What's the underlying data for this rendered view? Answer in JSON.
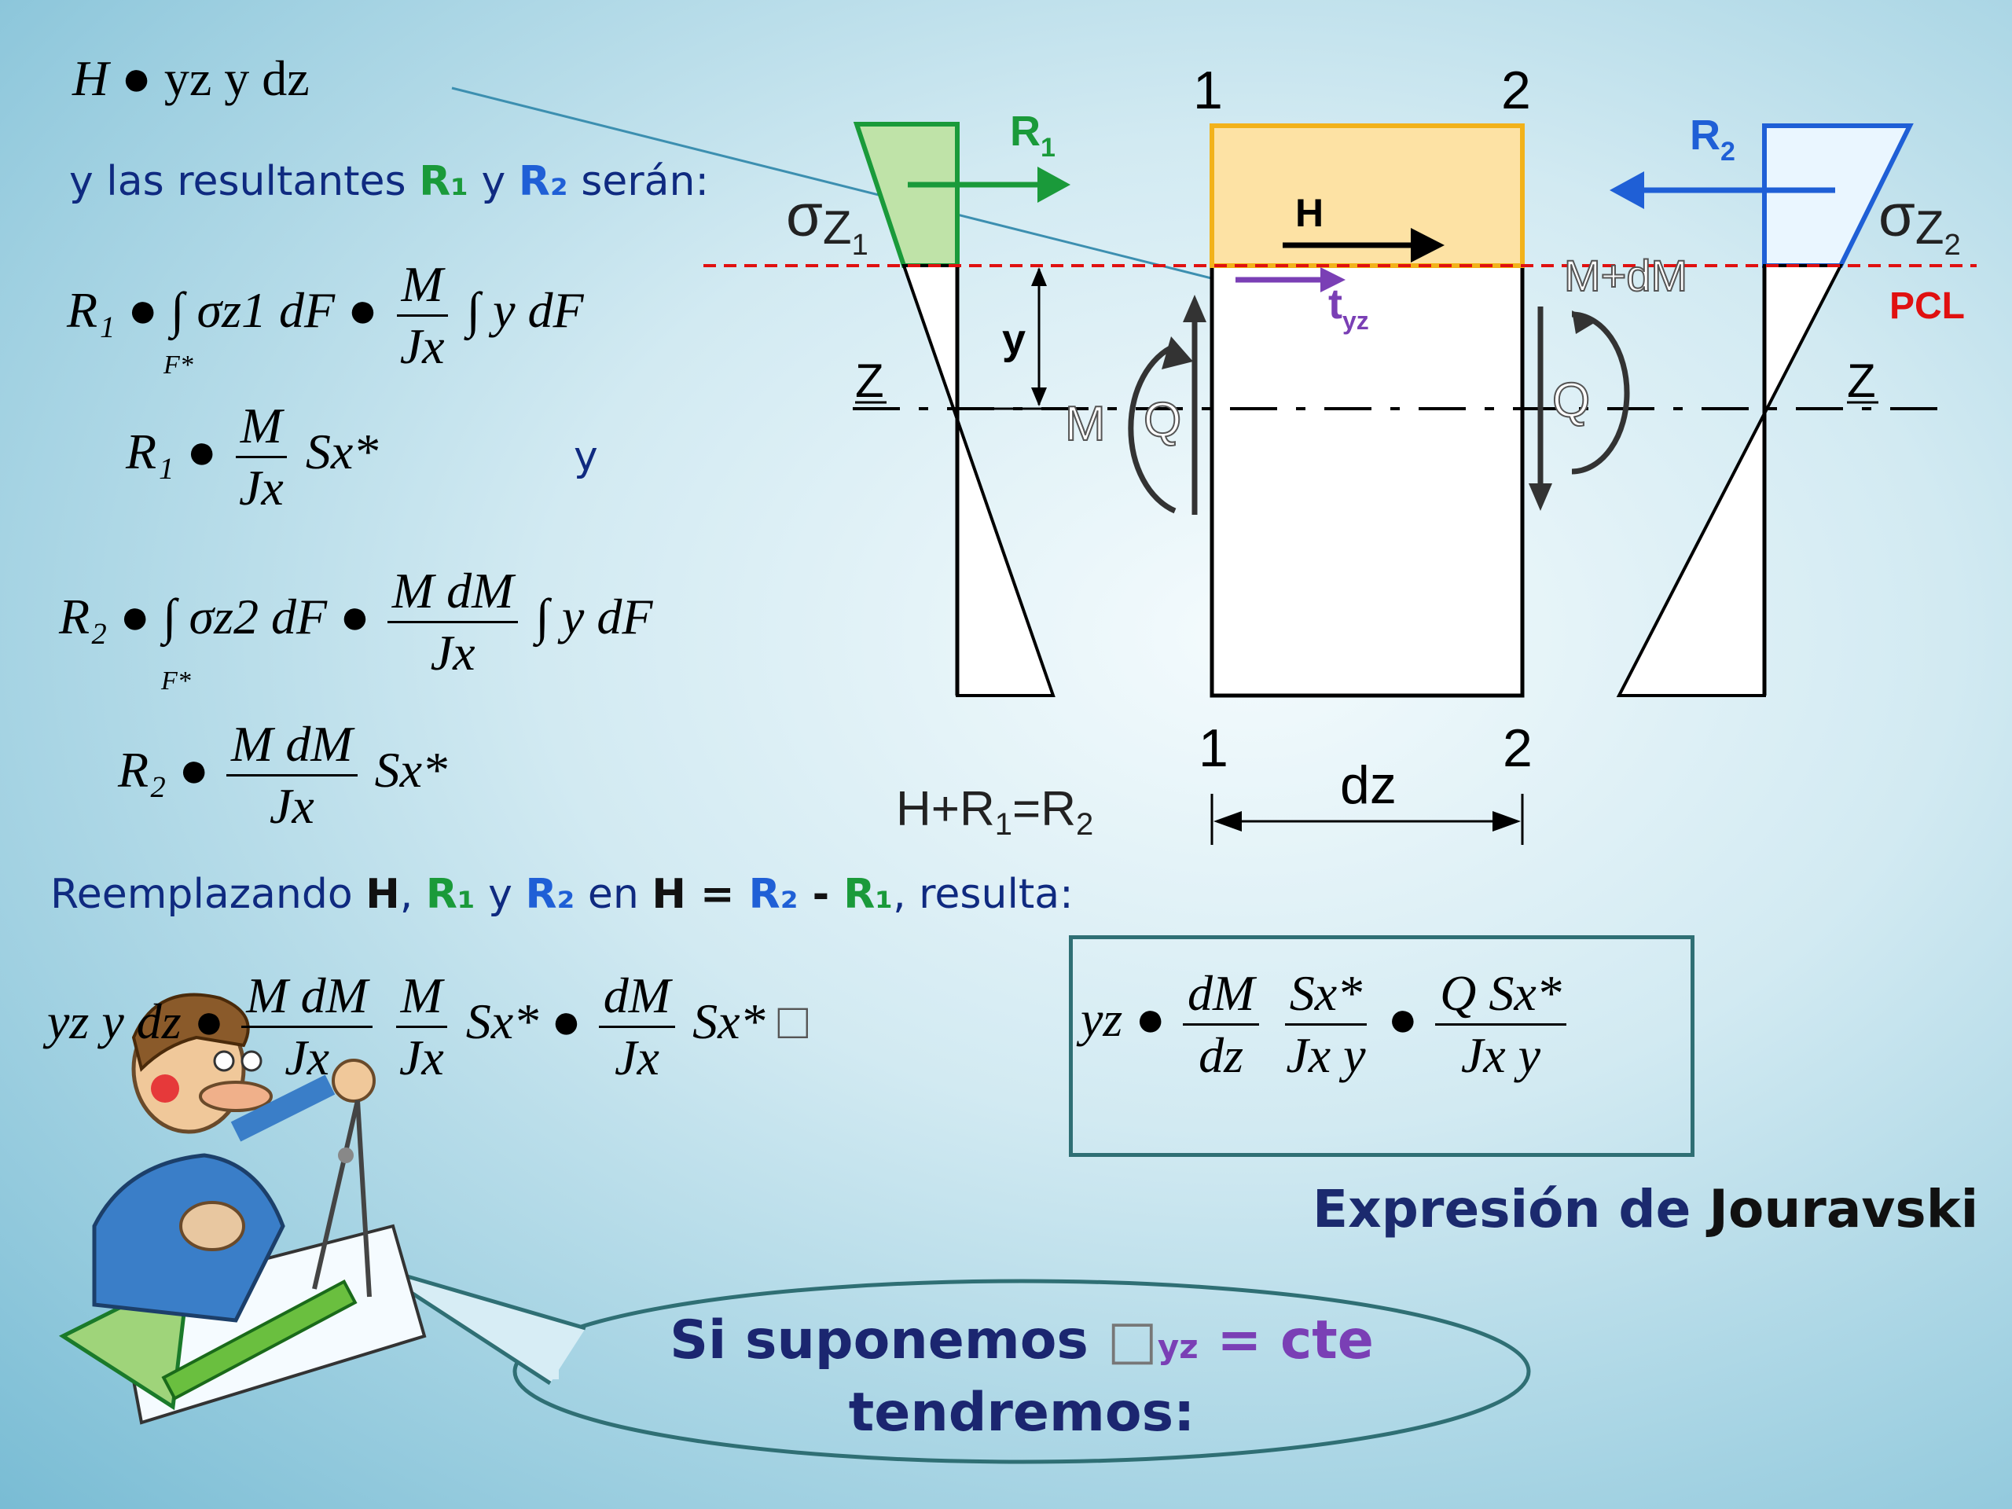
{
  "eq_h": {
    "lhs": "H",
    "rest": "● yz  y  dz"
  },
  "line1": {
    "pre": "y las resultantes ",
    "r1": "R₁",
    "mid": " y ",
    "r2": "R₂",
    "post": " serán:"
  },
  "eq_r1_int": {
    "lhs": "R₁",
    "part": "● ∫ σz1 dF ●",
    "num": "M",
    "den": "Jx",
    "tail": "∫ y dF",
    "lim": "F*"
  },
  "eq_r1": {
    "lhs": "R₁",
    "num": "M",
    "den": "Jx",
    "tail": "Sx*",
    "y": "y"
  },
  "eq_r2_int": {
    "lhs": "R₂",
    "part": "● ∫ σz2 dF ●",
    "num": "M dM",
    "den": "Jx",
    "tail": "∫ y dF",
    "lim": "F*"
  },
  "eq_r2": {
    "lhs": "R₂",
    "num": "M dM",
    "den": "Jx",
    "tail": "Sx*"
  },
  "line2": {
    "pre": "Reemplazando ",
    "h": "H",
    "c1": ", ",
    "r1": "R₁",
    "mid": " y ",
    "r2": "R₂",
    "en": " en ",
    "h2": "H",
    "eqs": " = ",
    "r2b": "R₂",
    "minus": " - ",
    "r1b": "R₁",
    "post": ", resulta:"
  },
  "eq_final": {
    "lhs": "yz  y  dz ●",
    "num1": "M dM",
    "den1": "Jx",
    "num2": "M",
    "den2": "Jx",
    "s1": "Sx*",
    "num3": "dM",
    "den3": "Jx",
    "s2": "Sx*",
    "box": "□"
  },
  "eq_box": {
    "lhs": "yz ●",
    "num1": "dM",
    "den1": "dz",
    "num2": "Sx*",
    "den2": "Jx  y",
    "num3": "Q Sx*",
    "den3": "Jx  y"
  },
  "jouravski": {
    "a": "Expresión de ",
    "b": "Jouravski"
  },
  "bubble": {
    "a": "Si suponemos ",
    "box": "□",
    "sub": "yz",
    "b": " = cte",
    "line2": "tendremos:"
  },
  "diagram": {
    "sec1": "1",
    "sec2": "2",
    "sec1b": "1",
    "sec2b": "2",
    "R1": "R",
    "R1sub": "1",
    "R2": "R",
    "R2sub": "2",
    "sigma1": "σ",
    "sigma1sub": "Z",
    "sigma1subsub": "1",
    "sigma2": "σ",
    "sigma2sub": "Z",
    "sigma2subsub": "2",
    "H": "H",
    "MdM": "M+dM",
    "PCL": "PCL",
    "t": "t",
    "tsub": "yz",
    "y": "y",
    "Z1": "Z",
    "Z2": "Z",
    "M": "M",
    "Q1": "Q",
    "Q2": "Q",
    "dz": "dz",
    "equation": "H+R",
    "eq_sub1": "1",
    "eq_r2": "=R",
    "eq_sub2": "2"
  },
  "colors": {
    "green": "#1a9a3a",
    "blue": "#1f5fd6",
    "purple": "#7a3fb5",
    "red": "#e01010",
    "orange": "#f2b21b",
    "title": "#1b2a6e"
  }
}
